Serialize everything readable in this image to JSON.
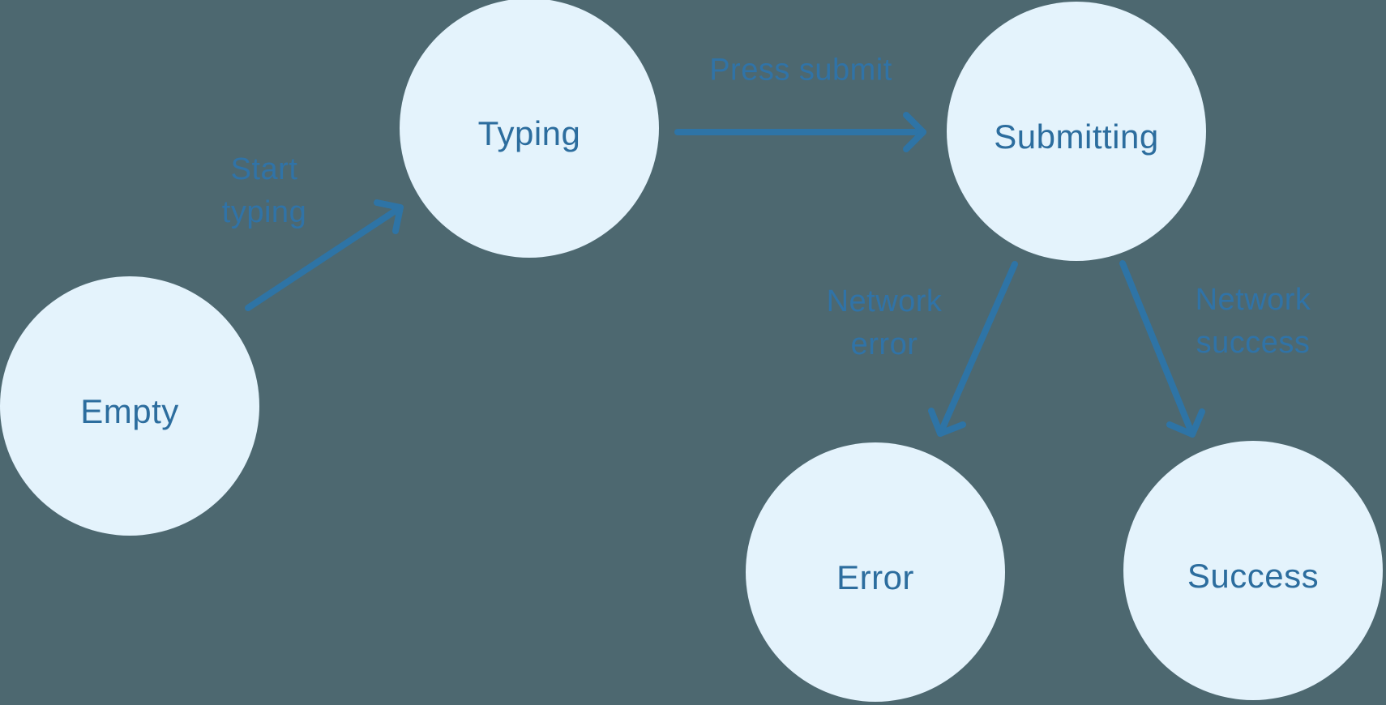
{
  "diagram_type": "state-machine",
  "nodes": [
    {
      "id": "empty",
      "label": "Empty"
    },
    {
      "id": "typing",
      "label": "Typing"
    },
    {
      "id": "submitting",
      "label": "Submitting"
    },
    {
      "id": "error",
      "label": "Error"
    },
    {
      "id": "success",
      "label": "Success"
    }
  ],
  "edges": [
    {
      "id": "empty-to-typing",
      "from": "Empty",
      "to": "Typing",
      "label_lines": [
        "Start",
        "typing"
      ]
    },
    {
      "id": "typing-to-submitting",
      "from": "Typing",
      "to": "Submitting",
      "label_lines": [
        "Press submit"
      ]
    },
    {
      "id": "submitting-to-error",
      "from": "Submitting",
      "to": "Error",
      "label_lines": [
        "Network",
        "error"
      ]
    },
    {
      "id": "submitting-to-success",
      "from": "Submitting",
      "to": "Success",
      "label_lines": [
        "Network",
        "success"
      ]
    }
  ],
  "colors": {
    "background": "#4D6870",
    "node_fill": "#E4F3FC",
    "node_text": "#2C6D9E",
    "edge_stroke": "#2E74A6",
    "edge_label_text": "#3073A7"
  }
}
